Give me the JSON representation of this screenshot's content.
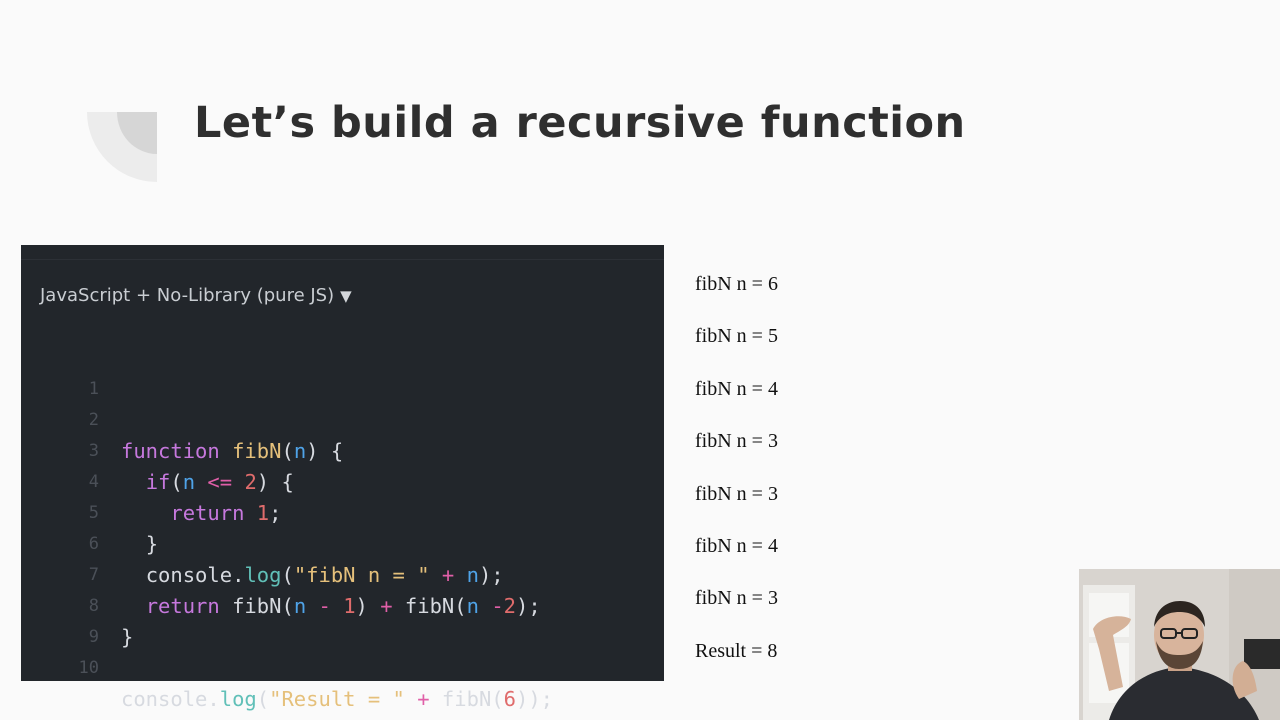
{
  "slide": {
    "title": "Let’s build a recursive function"
  },
  "editor": {
    "language_selector": "JavaScript + No-Library (pure JS)",
    "dropdown_icon": "caret-down-icon",
    "line_numbers": [
      "1",
      "2",
      "3",
      "4",
      "5",
      "6",
      "7",
      "8",
      "9",
      "10"
    ],
    "code_lines": [
      "",
      "function fibN(n) {",
      "  if(n <= 2) {",
      "    return 1;",
      "  }",
      "  console.log(\"fibN n = \" + n);",
      "  return fibN(n - 1) + fibN(n -2);",
      "}",
      "",
      "console.log(\"Result = \" + fibN(6));"
    ],
    "colors": {
      "background": "#22262b",
      "keyword": "#c678dd",
      "function": "#e5c07b",
      "string": "#e5c07b",
      "number": "#e06c6c",
      "variable": "#4fa3e8",
      "operator": "#e05fa8",
      "method": "#61c0b8"
    }
  },
  "console_output": [
    "fibN n = 6",
    "fibN n = 5",
    "fibN n = 4",
    "fibN n = 3",
    "fibN n = 3",
    "fibN n = 4",
    "fibN n = 3",
    "Result = 8"
  ],
  "webcam": {
    "icon": "presenter-webcam-video"
  }
}
